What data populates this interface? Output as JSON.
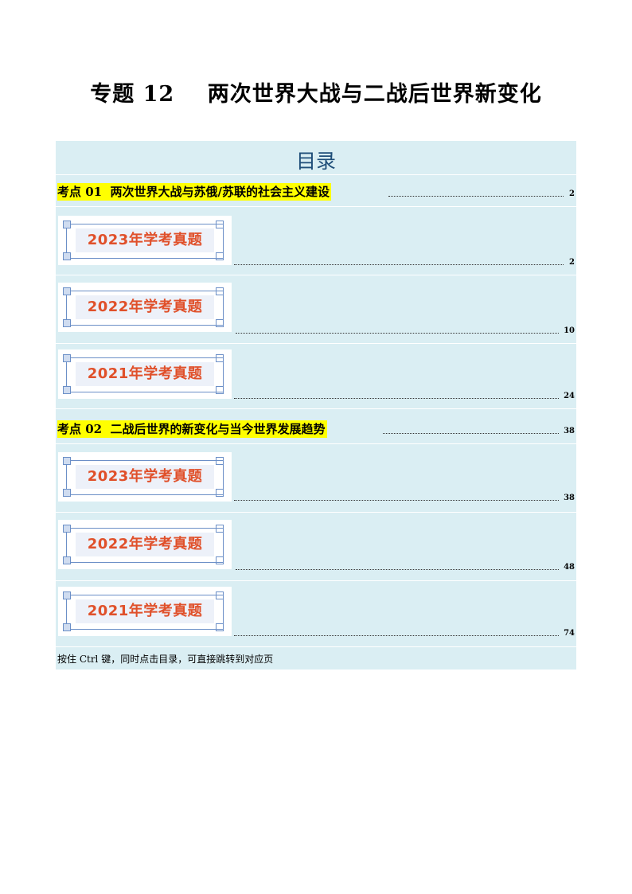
{
  "title": "专题 12    两次世界大战与二战后世界新变化",
  "toc": {
    "heading": "目录",
    "sections": [
      {
        "label": "考点 01  两次世界大战与苏俄/苏联的社会主义建设",
        "page": "2",
        "items": [
          {
            "badge": "2023年学考真题",
            "page": "2"
          },
          {
            "badge": "2022年学考真题",
            "page": "10"
          },
          {
            "badge": "2021年学考真题",
            "page": "24"
          }
        ]
      },
      {
        "label": "考点 02  二战后世界的新变化与当今世界发展趋势",
        "page": "38",
        "items": [
          {
            "badge": "2023年学考真题",
            "page": "38"
          },
          {
            "badge": "2022年学考真题",
            "page": "48"
          },
          {
            "badge": "2021年学考真题",
            "page": "74"
          }
        ]
      }
    ],
    "note": "按住 Ctrl 键，同时点击目录，可直接跳转到对应页"
  }
}
